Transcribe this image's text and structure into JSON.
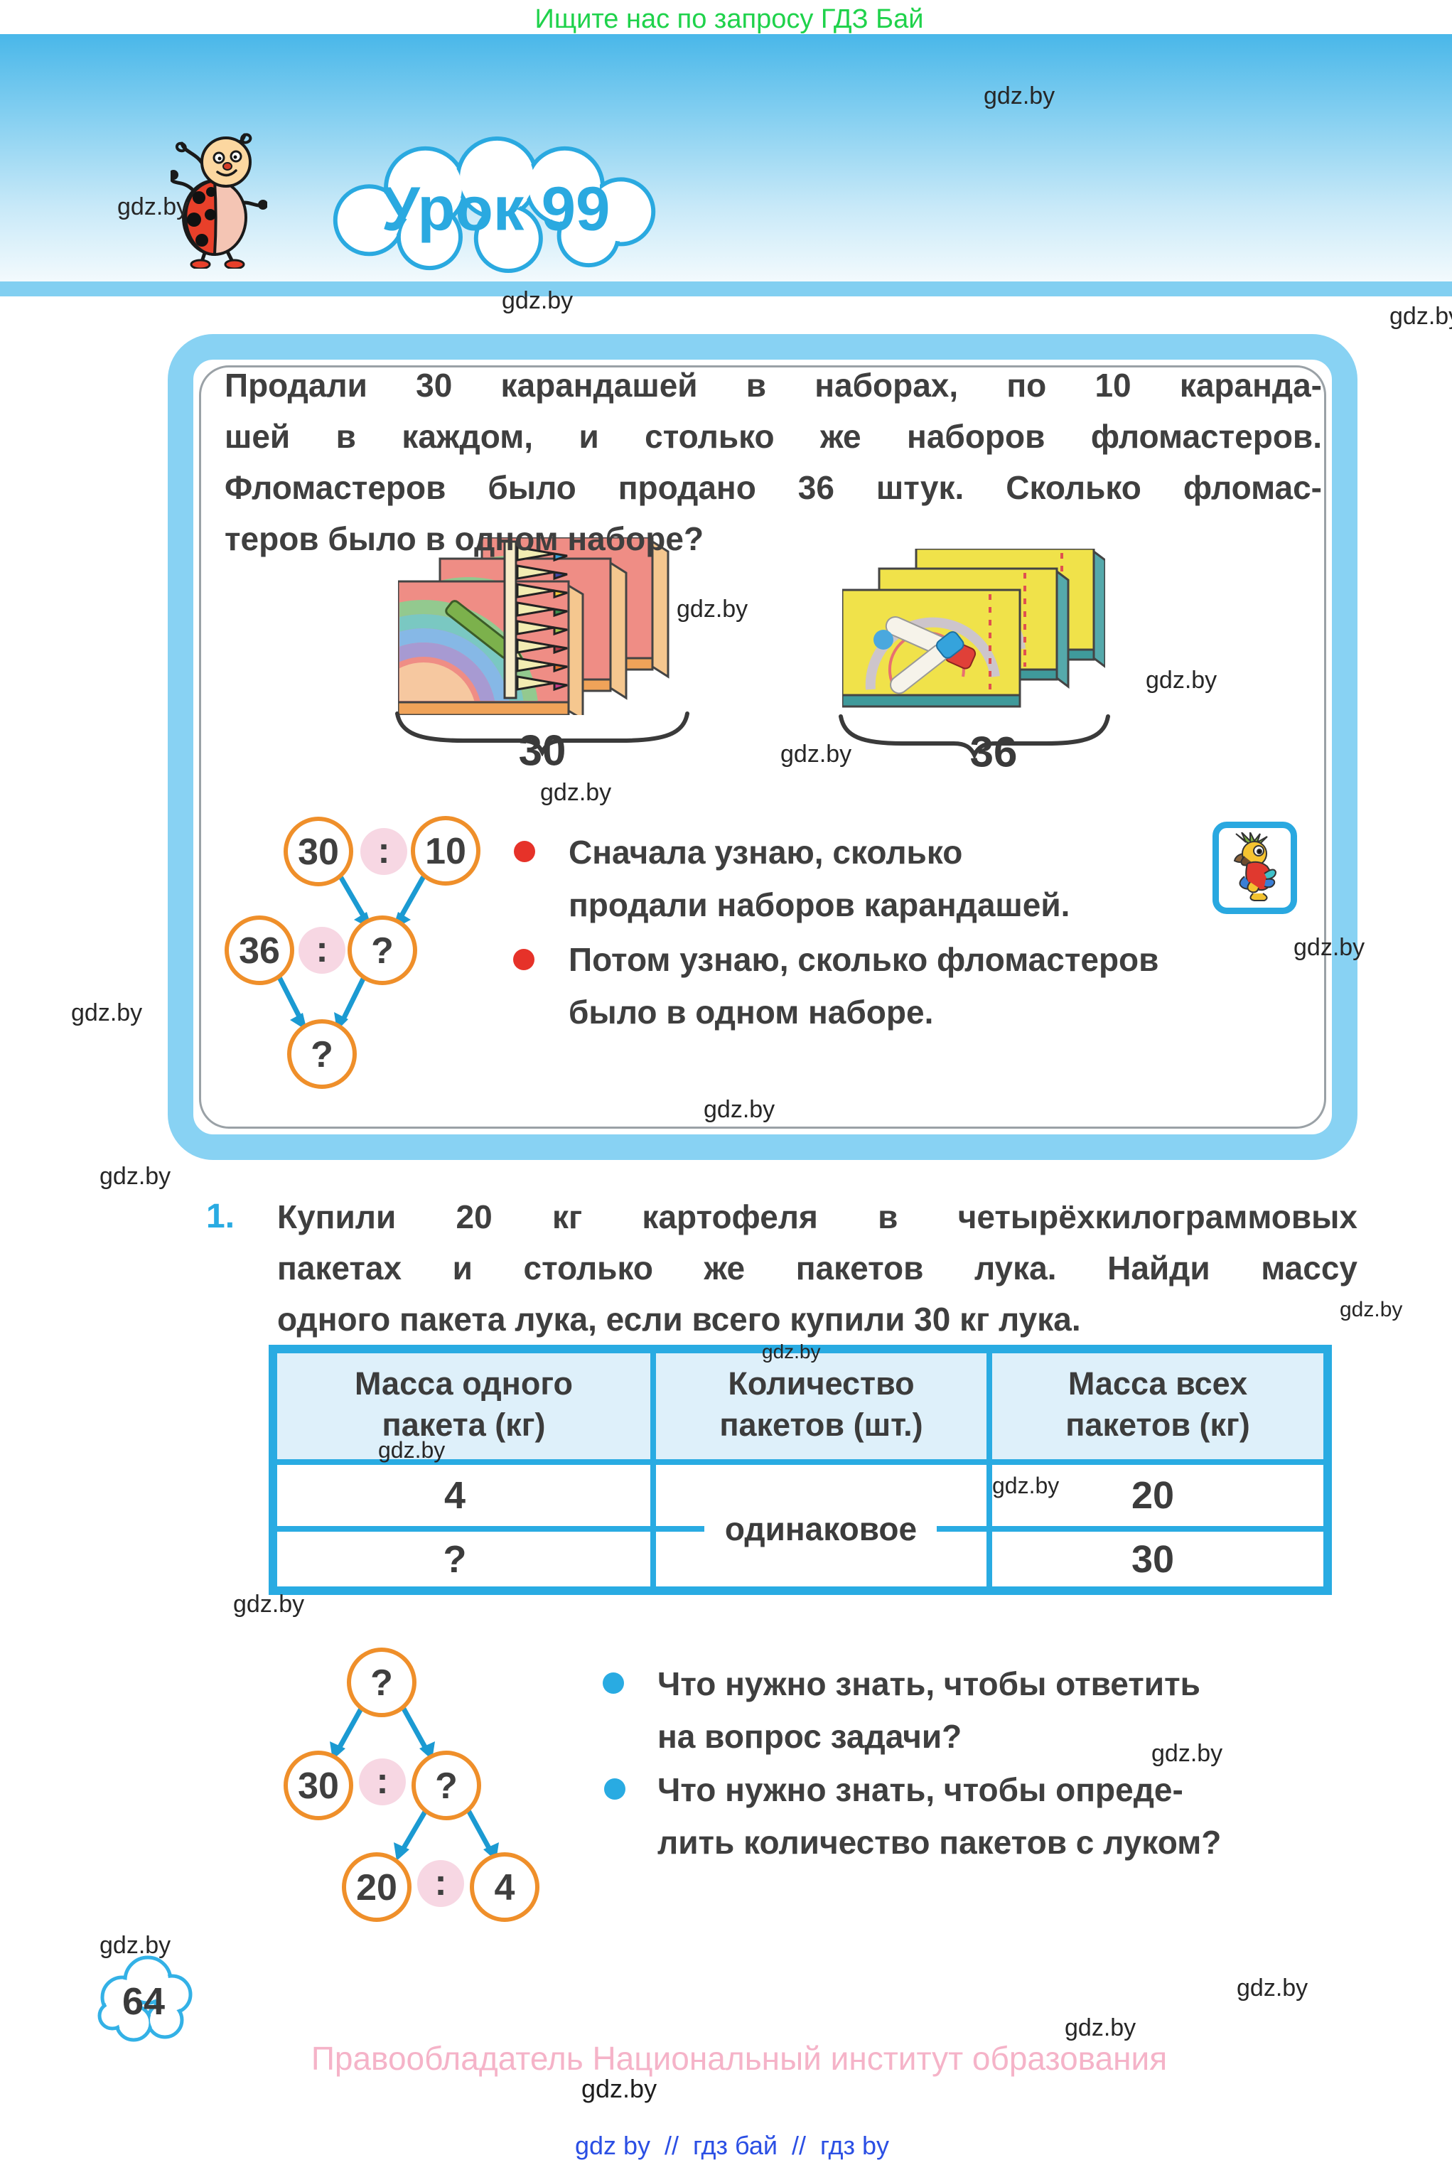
{
  "banner": {
    "text": "Ищите нас по запросу ГДЗ Бай"
  },
  "watermark_label": "gdz.by",
  "lesson": {
    "title": "Урок 99"
  },
  "problem": {
    "lines": [
      "Продали 30 карандашей в наборах, по 10 каранда-",
      "шей в каждом, и столько же наборов фломастеров.",
      "Фломастеров было продано 36 штук. Сколько фломас-",
      "теров было в одном наборе?"
    ],
    "pencils_total": "30",
    "markers_total": "36",
    "steps": [
      {
        "line1": "Сначала узнаю, сколько",
        "line2": "продали наборов карандашей."
      },
      {
        "line1": "Потом узнаю, сколько фломастеров",
        "line2": "было в одном наборе."
      }
    ],
    "diagram": {
      "a": "30",
      "op1": ":",
      "b": "10",
      "c": "36",
      "op2": ":",
      "d": "?",
      "result": "?"
    }
  },
  "task1": {
    "number": "1.",
    "lines": [
      "Купили 20 кг картофеля в четырёхкилограммовых",
      "пакетах и столько же пакетов лука. Найди массу",
      "одного пакета лука, если всего купили 30 кг лука."
    ],
    "table": {
      "headers": [
        [
          "Масса одного",
          "пакета (кг)"
        ],
        [
          "Количество",
          "пакетов (шт.)"
        ],
        [
          "Масса всех",
          "пакетов (кг)"
        ]
      ],
      "rows_col1": [
        "4",
        "?"
      ],
      "col2_merged": "одинаковое",
      "rows_col3": [
        "20",
        "30"
      ]
    },
    "diagram": {
      "top": "?",
      "a": "30",
      "op1": ":",
      "b": "?",
      "c": "20",
      "op2": ":",
      "d": "4"
    },
    "questions": [
      {
        "line1": "Что нужно знать, чтобы ответить",
        "line2": "на вопрос задачи?"
      },
      {
        "line1": "Что нужно знать, чтобы опреде-",
        "line2": "лить количество пакетов с луком?"
      }
    ]
  },
  "footer": {
    "page_number": "64",
    "copyright": "Правообладатель Национальный институт образования",
    "links": "gdz by  //  гдз бай  //  гдз by"
  },
  "colors": {
    "accent_cyan": "#29abe2",
    "box_border": "#88d2f3",
    "circle_orange": "#ef8f2a",
    "colon_pink": "#f7d7e3",
    "arrow_blue": "#1b9ad2",
    "red_bullet": "#e63229",
    "banner_green": "#1fd24b",
    "copyright_pink": "#f5b3c8",
    "footer_blue": "#2b4fe4",
    "table_header_bg": "#def0fa"
  }
}
